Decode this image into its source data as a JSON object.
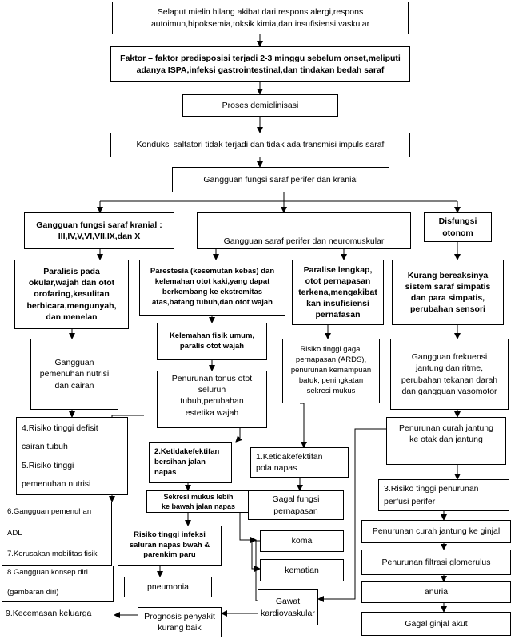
{
  "boxes": {
    "b1": [
      "Selaput mielin hilang akibat dari respons alergi,respons",
      "autoimun,hipoksemia,toksik kimia,dan insufisiensi vaskular"
    ],
    "b2": [
      "Faktor – faktor predisposisi terjadi 2-3 minggu sebelum onset,meliputi",
      "adanya ISPA,infeksi gastrointestinal,dan tindakan bedah saraf"
    ],
    "b3": [
      "Proses demielinisasi"
    ],
    "b4": [
      "Konduksi saltatori tidak terjadi dan tidak ada transmisi impuls saraf"
    ],
    "b5": [
      "Gangguan fungsi saraf perifer dan kranial"
    ],
    "b6": [
      "Gangguan fungsi saraf kranial :",
      "III,IV,V,VI,VII,IX,dan X"
    ],
    "b7": [
      "Gangguan saraf perifer dan neuromuskular"
    ],
    "b8": [
      "Disfungsi",
      "otonom"
    ],
    "b9": [
      "Paralisis pada",
      "okular,wajah dan otot",
      "orofaring,kesulitan",
      "berbicara,mengunyah,",
      "dan menelan"
    ],
    "b10": [
      "Parestesia (kesemutan kebas) dan",
      "kelemahan otot kaki,yang dapat",
      "berkembang ke ekstremitas",
      "atas,batang tubuh,dan otot wajah"
    ],
    "b11": [
      "Paralise lengkap,",
      "otot pernapasan",
      "terkena,mengakibat",
      "kan insufisiensi",
      "pernafasan"
    ],
    "b12": [
      "Kurang bereaksinya",
      "sistem saraf simpatis",
      "dan para simpatis,",
      "perubahan sensori"
    ],
    "b13": [
      "Gangguan",
      "pemenuhan nutrisi",
      "dan cairan"
    ],
    "b14": [
      "Kelemahan fisik umum,",
      "paralis otot wajah"
    ],
    "b15": [
      "Risiko tinggi gagal",
      "pernapasan (ARDS),",
      "penurunan kemampuan",
      "batuk, peningkatan",
      "sekresi mukus"
    ],
    "b16": [
      "Gangguan frekuensi",
      "jantung dan ritme,",
      "perubahan tekanan darah",
      "dan gangguan vasomotor"
    ],
    "b17": [
      "Penurunan tonus otot",
      "seluruh",
      "tubuh,perubahan",
      "estetika wajah"
    ],
    "b18": [
      "4.Risiko tinggi defisit",
      "cairan tubuh",
      "5.Risiko tinggi",
      "pemenuhan nutrisi"
    ],
    "b19": [
      "Penurunan curah jantung",
      "ke otak dan jantung"
    ],
    "b20": [
      "2.Ketidakefektifan",
      "bersihan jalan",
      "napas"
    ],
    "b21": [
      "1.Ketidakefektifan",
      "pola napas"
    ],
    "b22": [
      "3.Risiko tinggi penurunan",
      "perfusi perifer"
    ],
    "b23": [
      "6.Gangguan pemenuhan",
      "ADL",
      "7.Kerusakan mobilitas fisik"
    ],
    "b24": [
      "Sekresi mukus lebih",
      "ke bawah jalan napas"
    ],
    "b25": [
      "Gagal fungsi",
      "pernapasan"
    ],
    "b26": [
      "Penurunan curah jantung ke ginjal"
    ],
    "b27": [
      "Risiko tinggi infeksi",
      "saluran napas bwah &",
      "parenkim paru"
    ],
    "b28": [
      "koma"
    ],
    "b29": [
      "Penurunan filtrasi glomerulus"
    ],
    "b30": [
      "8.Gangguan konsep diri",
      "(gambaran diri)"
    ],
    "b31": [
      "kematian"
    ],
    "b32": [
      "pneumonia"
    ],
    "b33": [
      "anuria"
    ],
    "b34": [
      "Gawat",
      "kardiovaskular"
    ],
    "b35": [
      "9.Kecemasan keluarga"
    ],
    "b36": [
      "Prognosis penyakit",
      "kurang baik"
    ],
    "b37": [
      "Gagal ginjal akut"
    ]
  }
}
